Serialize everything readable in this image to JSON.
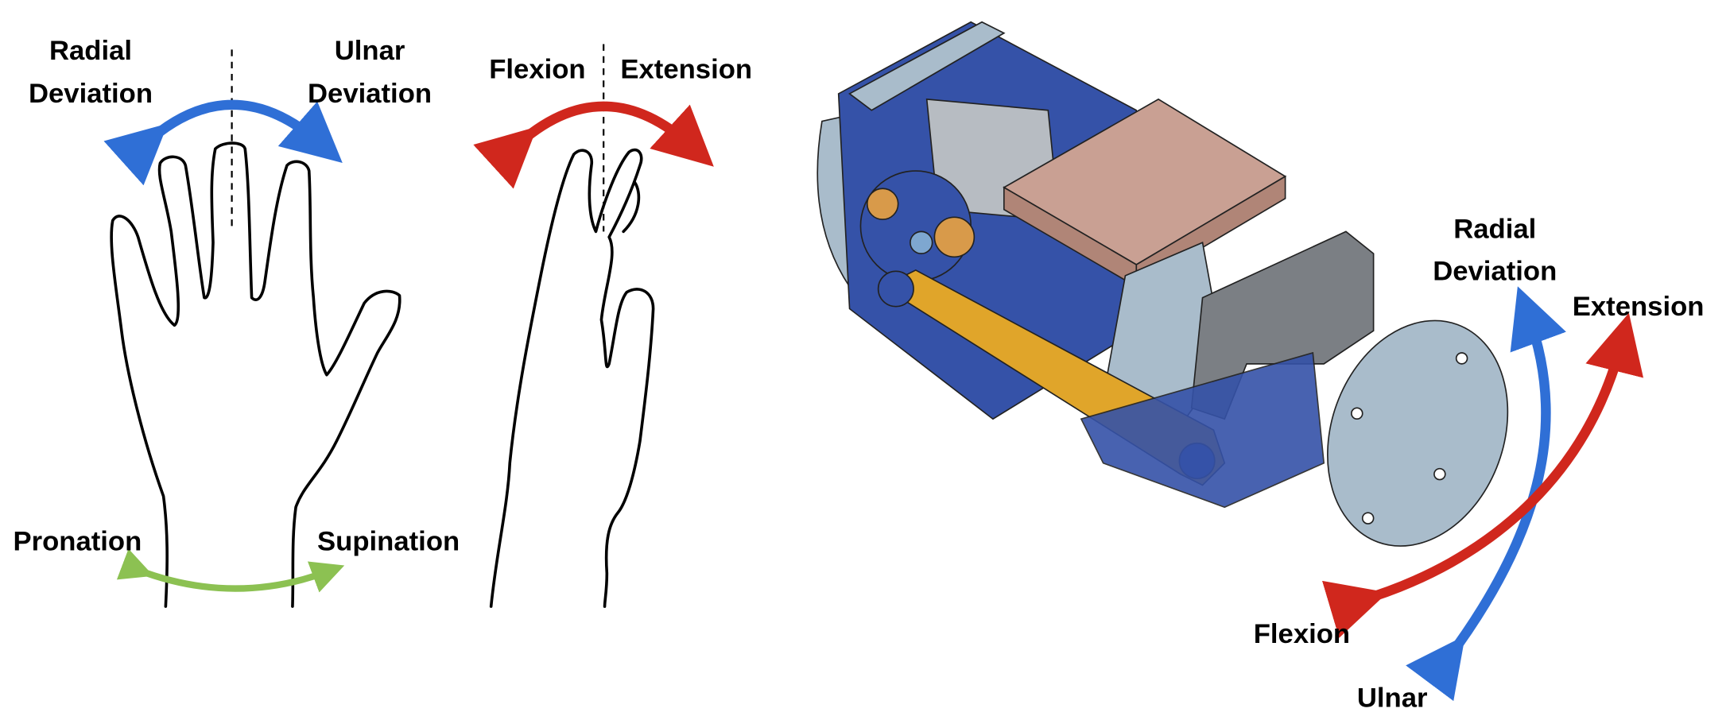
{
  "left_hand": {
    "radial_line1": "Radial",
    "radial_line2": "Deviation",
    "ulnar_line1": "Ulnar",
    "ulnar_line2": "Deviation",
    "pronation": "Pronation",
    "supination": "Supination"
  },
  "side_hand": {
    "flexion": "Flexion",
    "extension": "Extension"
  },
  "device_axes": {
    "radial_line1": "Radial",
    "radial_line2": "Deviation",
    "extension": "Extension",
    "flexion": "Flexion",
    "ulnar": "Ulnar"
  },
  "colors": {
    "deviation_arrow": "#2f6fd6",
    "flexion_arrow": "#d0271d",
    "rotation_arrow": "#8cc152",
    "device_blue": "#3552a8",
    "device_grey_blue": "#a9bccb",
    "device_copper": "#c9a093",
    "device_gold": "#e0a52a",
    "device_grey": "#7b7f84"
  }
}
